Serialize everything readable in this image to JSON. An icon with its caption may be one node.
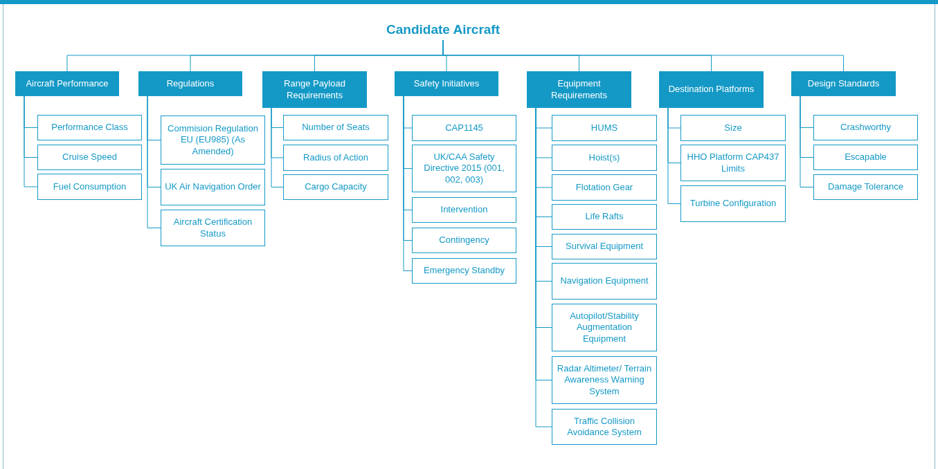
{
  "diagram": {
    "nodes": [
      {
        "text": [
          "Candidate Aircraft"
        ]
      },
      {
        "text": [
          "Aircraft Performance"
        ]
      },
      {
        "text": [
          "Performance Class"
        ]
      },
      {
        "text": [
          "Cruise Speed"
        ]
      },
      {
        "text": [
          "Fuel Consumption"
        ]
      },
      {
        "text": [
          "Regulations"
        ]
      },
      {
        "text": [
          "Commision Regulation EU (EU985) (As Amended)"
        ]
      },
      {
        "text": [
          "UK Air Navigation Order"
        ]
      },
      {
        "text": [
          "Aircraft Certification Status"
        ]
      },
      {
        "text": [
          "Range Payload Requirements"
        ]
      },
      {
        "text": [
          "Number of Seats"
        ]
      },
      {
        "text": [
          "Radius of Action"
        ]
      },
      {
        "text": [
          "Cargo Capacity"
        ]
      },
      {
        "text": [
          "Safety Initiatives"
        ]
      },
      {
        "text": [
          "CAP1145"
        ]
      },
      {
        "text": [
          "UK/CAA Safety Directive 2015 (001, 002, 003)"
        ]
      },
      {
        "text": [
          "Intervention"
        ]
      },
      {
        "text": [
          "Contingency"
        ]
      },
      {
        "text": [
          "Emergency Standby"
        ]
      },
      {
        "text": [
          "Equipment Requirements"
        ]
      },
      {
        "text": [
          "HUMS"
        ]
      },
      {
        "text": [
          "Hoist(s)"
        ]
      },
      {
        "text": [
          "Flotation Gear"
        ]
      },
      {
        "text": [
          "Life Rafts"
        ]
      },
      {
        "text": [
          "Survival Equipment"
        ]
      },
      {
        "text": [
          "Navigation Equipment"
        ]
      },
      {
        "text": [
          "Autopilot/Stability Augmentation Equipment"
        ]
      },
      {
        "text": [
          "Radar Altimeter/ Terrain Awareness Warning System"
        ]
      },
      {
        "text": [
          "Traffic Collision Avoidance System"
        ]
      },
      {
        "text": [
          "Destination Platforms"
        ]
      },
      {
        "text": [
          "Size"
        ]
      },
      {
        "text": [
          "HHO Platform CAP437 Limits"
        ]
      },
      {
        "text": [
          "Turbine Configuration"
        ]
      },
      {
        "text": [
          "Design Standards"
        ]
      },
      {
        "text": [
          "Crashworthy"
        ]
      },
      {
        "text": [
          "Escapable"
        ]
      },
      {
        "text": [
          "Damage Tolerance"
        ]
      }
    ],
    "edges": [
      {
        "from": 0,
        "to": 1,
        "arrow": "none"
      },
      {
        "from": 0,
        "to": 5,
        "arrow": "none"
      },
      {
        "from": 0,
        "to": 9,
        "arrow": "none"
      },
      {
        "from": 0,
        "to": 13,
        "arrow": "none"
      },
      {
        "from": 0,
        "to": 19,
        "arrow": "none"
      },
      {
        "from": 0,
        "to": 29,
        "arrow": "none"
      },
      {
        "from": 0,
        "to": 33,
        "arrow": "none"
      },
      {
        "from": 1,
        "to": 2,
        "arrow": "none"
      },
      {
        "from": 1,
        "to": 3,
        "arrow": "none"
      },
      {
        "from": 1,
        "to": 4,
        "arrow": "none"
      },
      {
        "from": 5,
        "to": 6,
        "arrow": "none"
      },
      {
        "from": 5,
        "to": 7,
        "arrow": "none"
      },
      {
        "from": 5,
        "to": 8,
        "arrow": "none"
      },
      {
        "from": 9,
        "to": 10,
        "arrow": "none"
      },
      {
        "from": 9,
        "to": 11,
        "arrow": "none"
      },
      {
        "from": 9,
        "to": 12,
        "arrow": "none"
      },
      {
        "from": 13,
        "to": 14,
        "arrow": "none"
      },
      {
        "from": 13,
        "to": 15,
        "arrow": "none"
      },
      {
        "from": 13,
        "to": 16,
        "arrow": "none"
      },
      {
        "from": 13,
        "to": 17,
        "arrow": "none"
      },
      {
        "from": 13,
        "to": 18,
        "arrow": "none"
      },
      {
        "from": 19,
        "to": 20,
        "arrow": "none"
      },
      {
        "from": 19,
        "to": 21,
        "arrow": "none"
      },
      {
        "from": 19,
        "to": 22,
        "arrow": "none"
      },
      {
        "from": 19,
        "to": 23,
        "arrow": "none"
      },
      {
        "from": 19,
        "to": 24,
        "arrow": "none"
      },
      {
        "from": 19,
        "to": 25,
        "arrow": "none"
      },
      {
        "from": 19,
        "to": 26,
        "arrow": "none"
      },
      {
        "from": 19,
        "to": 27,
        "arrow": "none"
      },
      {
        "from": 19,
        "to": 28,
        "arrow": "none"
      },
      {
        "from": 29,
        "to": 30,
        "arrow": "none"
      },
      {
        "from": 29,
        "to": 31,
        "arrow": "none"
      },
      {
        "from": 29,
        "to": 32,
        "arrow": "none"
      },
      {
        "from": 33,
        "to": 34,
        "arrow": "none"
      },
      {
        "from": 33,
        "to": 35,
        "arrow": "none"
      },
      {
        "from": 33,
        "to": 36,
        "arrow": "none"
      }
    ]
  }
}
